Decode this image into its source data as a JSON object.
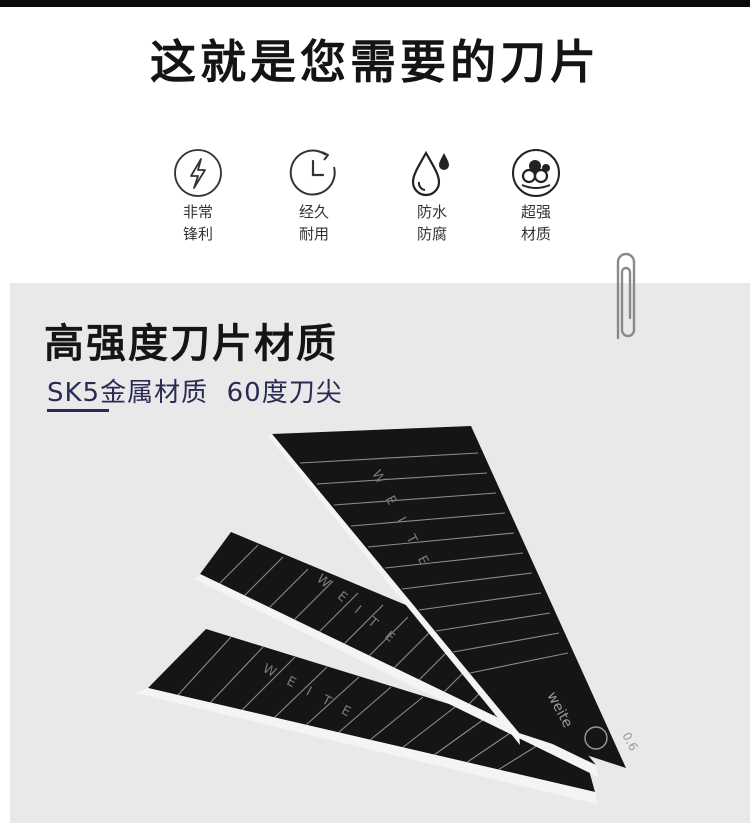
{
  "title": "这就是您需要的刀片",
  "features": [
    {
      "icon": "lightning-icon",
      "line1": "非常",
      "line2": "锋利"
    },
    {
      "icon": "clock-icon",
      "line1": "经久",
      "line2": "耐用"
    },
    {
      "icon": "water-drop-icon",
      "line1": "防水",
      "line2": "防腐"
    },
    {
      "icon": "material-icon",
      "line1": "超强",
      "line2": "材质"
    }
  ],
  "panel": {
    "heading": "高强度刀片材质",
    "subtitle": "SK5金属材质  60度刀尖",
    "blade_marks": {
      "brand_letters": "WEITE",
      "brand_logo": "weite",
      "thickness": "0.6"
    }
  },
  "colors": {
    "background": "#ffffff",
    "panel": "#e9e9e9",
    "blade": "#151515",
    "edge": "#f4f4f4",
    "subtitle": "#2a2a55"
  }
}
